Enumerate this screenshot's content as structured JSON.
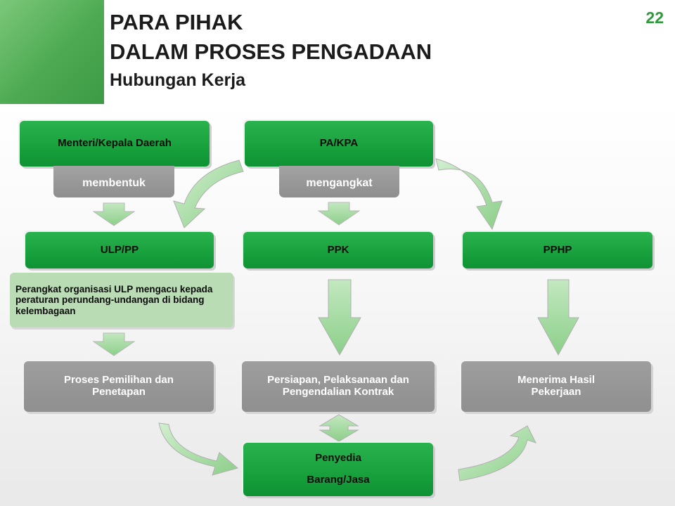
{
  "slide": {
    "title_line1": "PARA PIHAK",
    "title_line2": "DALAM PROSES PENGADAAN",
    "subtitle": "Hubungan Kerja",
    "page_number": "22"
  },
  "nodes": {
    "menteri": "Menteri/Kepala Daerah",
    "pa_kpa": "PA/KPA",
    "ulp_pp": "ULP/PP",
    "ppk": "PPK",
    "pphp": "PPHP",
    "ulp_note": "Perangkat organisasi ULP mengacu kepada peraturan perundang-undangan di bidang kelembagaan",
    "proses_pemilihan": "Proses Pemilihan dan Penetapan",
    "persiapan": "Persiapan, Pelaksanaan dan Pengendalian Kontrak",
    "menerima_hasil": "Menerima Hasil Pekerjaan",
    "penyedia_line1": "Penyedia",
    "penyedia_line2": "Barang/Jasa"
  },
  "relations": {
    "membentuk": "membentuk",
    "mengangkat": "mengangkat"
  },
  "colors": {
    "node_green": "#17a03c",
    "node_grey": "#929292",
    "arrow_green": "#9cd79a",
    "note_green": "#b9dcb5",
    "page_number": "#2e9a3a"
  }
}
